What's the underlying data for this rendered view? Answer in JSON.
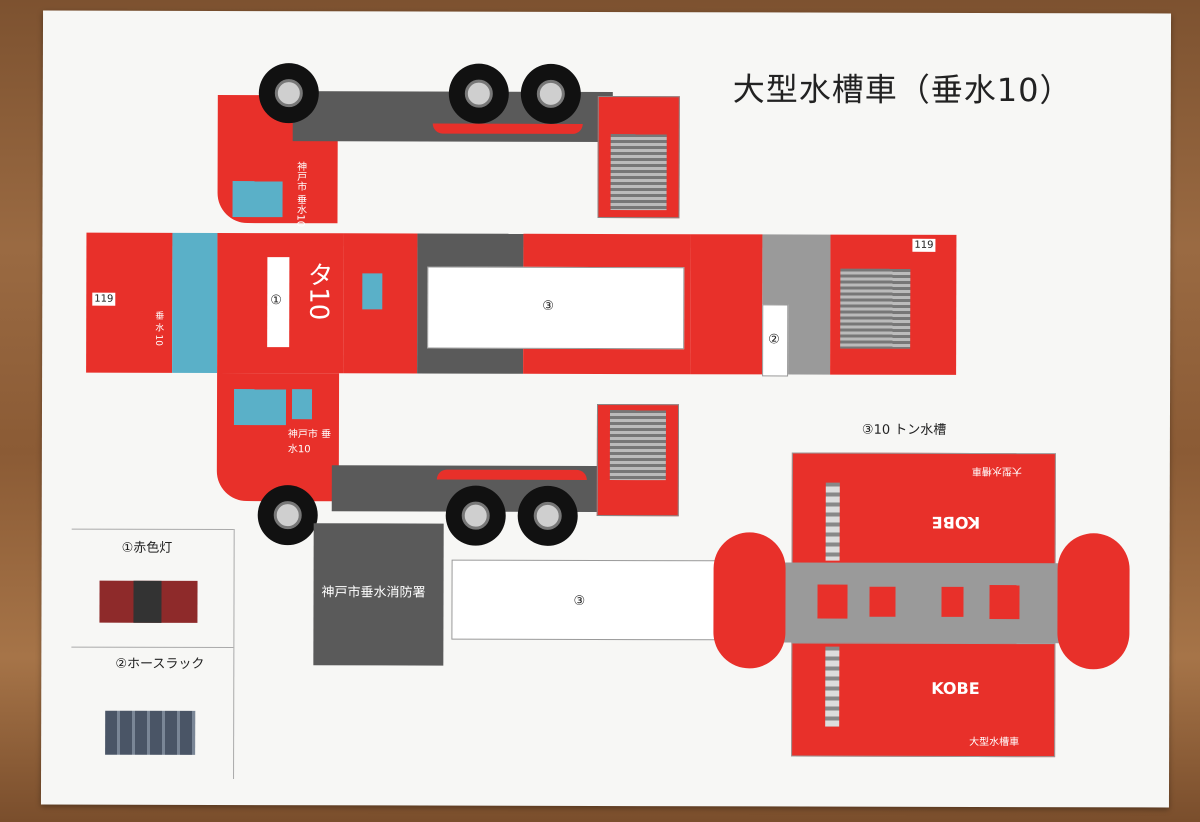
{
  "title": "大型水槽車（垂水10）",
  "labels": {
    "part1": "①",
    "part2": "②",
    "part3": "③",
    "tank_label": "③10 トン水槽",
    "red_light": "①赤色灯",
    "hose_rack": "②ホースラック",
    "station": "神戸市垂水消防署",
    "side_text": "神戸市 垂水10",
    "cab_number": "タ10",
    "emergency": "119",
    "kobe": "KOBE",
    "tank_vehicle": "大型水槽車",
    "front_text": "垂 水 10"
  },
  "colors": {
    "truck_red": "#e8302a",
    "dark_grey": "#5a5a5a",
    "window_blue": "#5ab0c8",
    "paper": "#f7f7f5"
  }
}
